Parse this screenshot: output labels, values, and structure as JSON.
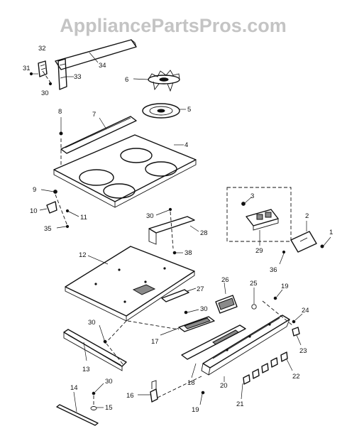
{
  "watermark": "AppliancePartsPros.com",
  "callouts": [
    {
      "id": "c1",
      "text": "1"
    },
    {
      "id": "c2",
      "text": "2"
    },
    {
      "id": "c3",
      "text": "3"
    },
    {
      "id": "c4",
      "text": "4"
    },
    {
      "id": "c5",
      "text": "5"
    },
    {
      "id": "c6",
      "text": "6"
    },
    {
      "id": "c7",
      "text": "7"
    },
    {
      "id": "c8",
      "text": "8"
    },
    {
      "id": "c9",
      "text": "9"
    },
    {
      "id": "c10",
      "text": "10"
    },
    {
      "id": "c11",
      "text": "11"
    },
    {
      "id": "c12",
      "text": "12"
    },
    {
      "id": "c13",
      "text": "13"
    },
    {
      "id": "c14",
      "text": "14"
    },
    {
      "id": "c15",
      "text": "15"
    },
    {
      "id": "c16",
      "text": "16"
    },
    {
      "id": "c17",
      "text": "17"
    },
    {
      "id": "c18",
      "text": "18"
    },
    {
      "id": "c19a",
      "text": "19"
    },
    {
      "id": "c19b",
      "text": "19"
    },
    {
      "id": "c20",
      "text": "20"
    },
    {
      "id": "c21",
      "text": "21"
    },
    {
      "id": "c22",
      "text": "22"
    },
    {
      "id": "c23",
      "text": "23"
    },
    {
      "id": "c24",
      "text": "24"
    },
    {
      "id": "c25",
      "text": "25"
    },
    {
      "id": "c26",
      "text": "26"
    },
    {
      "id": "c27",
      "text": "27"
    },
    {
      "id": "c28",
      "text": "28"
    },
    {
      "id": "c29",
      "text": "29"
    },
    {
      "id": "c30a",
      "text": "30"
    },
    {
      "id": "c30b",
      "text": "30"
    },
    {
      "id": "c30c",
      "text": "30"
    },
    {
      "id": "c30d",
      "text": "30"
    },
    {
      "id": "c30e",
      "text": "30"
    },
    {
      "id": "c31",
      "text": "31"
    },
    {
      "id": "c32",
      "text": "32"
    },
    {
      "id": "c33",
      "text": "33"
    },
    {
      "id": "c34",
      "text": "34"
    },
    {
      "id": "c35",
      "text": "35"
    },
    {
      "id": "c36",
      "text": "36"
    },
    {
      "id": "c38",
      "text": "38"
    }
  ]
}
